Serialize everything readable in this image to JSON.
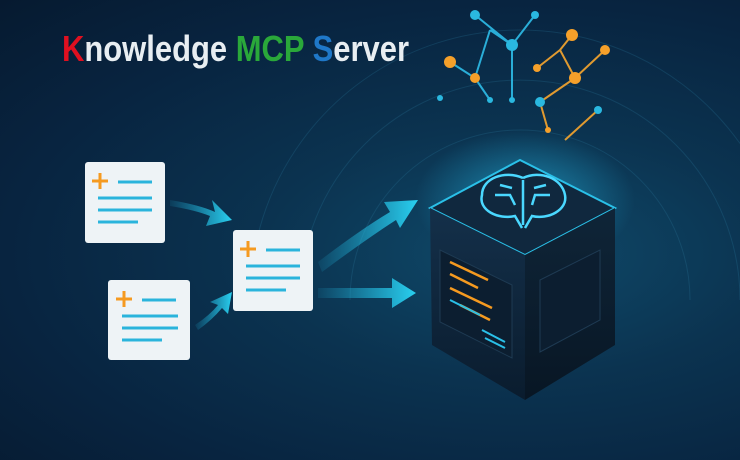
{
  "title": {
    "k": "K",
    "nowledge": "nowledge ",
    "mcp": "MCP ",
    "s": "S",
    "erver": "erver"
  },
  "colors": {
    "k": "#e01020",
    "mcp": "#2aa83a",
    "s": "#1f78c8",
    "accent_cyan": "#29c6e8",
    "accent_orange": "#f5a02a"
  }
}
